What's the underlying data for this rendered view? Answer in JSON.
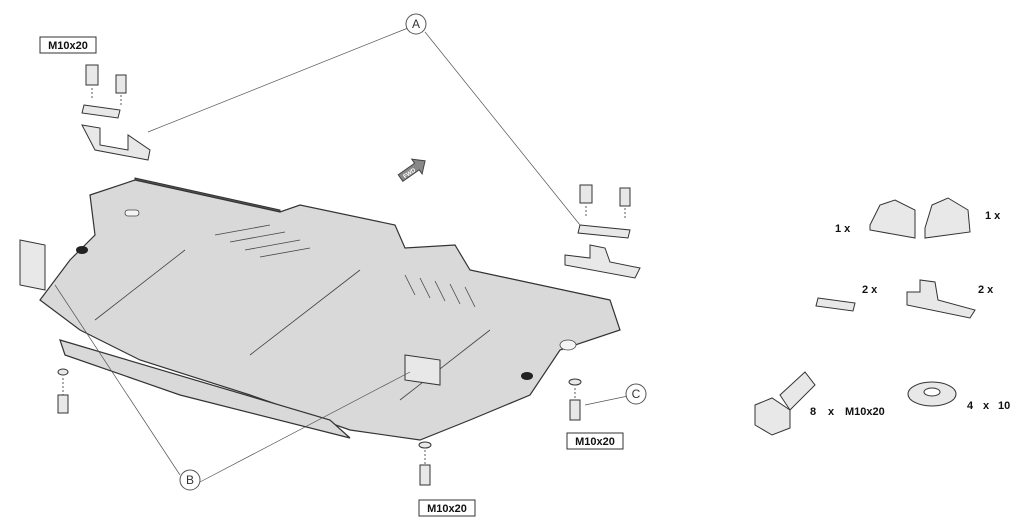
{
  "callouts": {
    "a": "A",
    "b": "B",
    "c": "C"
  },
  "bolt_labels": [
    "M10x20",
    "M10x20",
    "M10x20"
  ],
  "direction_arrow": "FWD",
  "parts_list": {
    "bracket_left_qty": "1 x",
    "bracket_right_qty": "1 x",
    "strip_qty": "2 x",
    "mount_qty": "2 x",
    "bolt_qty": "8",
    "bolt_x": "x",
    "bolt_size": "M10x20",
    "washer_qty": "4",
    "washer_x": "x",
    "washer_size": "10"
  }
}
